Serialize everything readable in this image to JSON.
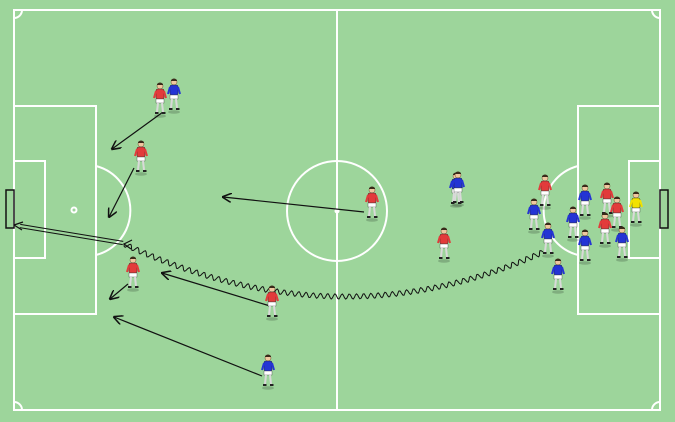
{
  "colors": {
    "grass": "#9dd59b",
    "lines": "#ffffff",
    "team_red": "#e23b3b",
    "team_blue": "#2434d4",
    "goalkeeper": "#f2e200",
    "arrow": "#111111"
  },
  "players": [
    {
      "team": "red"
    },
    {
      "team": "blue"
    },
    {
      "team": "red"
    },
    {
      "team": "red"
    },
    {
      "team": "red"
    },
    {
      "team": "blue"
    },
    {
      "team": "red"
    },
    {
      "team": "blue"
    },
    {
      "team": "red"
    },
    {
      "team": "blue"
    },
    {
      "team": "red"
    },
    {
      "team": "blue"
    },
    {
      "team": "blue"
    },
    {
      "team": "red"
    },
    {
      "team": "blue"
    },
    {
      "team": "red"
    },
    {
      "team": "blue"
    },
    {
      "team": "red"
    },
    {
      "team": "blue"
    },
    {
      "team": "blue"
    },
    {
      "team": "blue"
    },
    {
      "team": "keeper"
    }
  ],
  "movements": [
    {
      "kind": "run"
    },
    {
      "kind": "run"
    },
    {
      "kind": "run"
    },
    {
      "kind": "run"
    },
    {
      "kind": "run"
    },
    {
      "kind": "run"
    },
    {
      "kind": "dribble"
    },
    {
      "kind": "shot"
    }
  ]
}
